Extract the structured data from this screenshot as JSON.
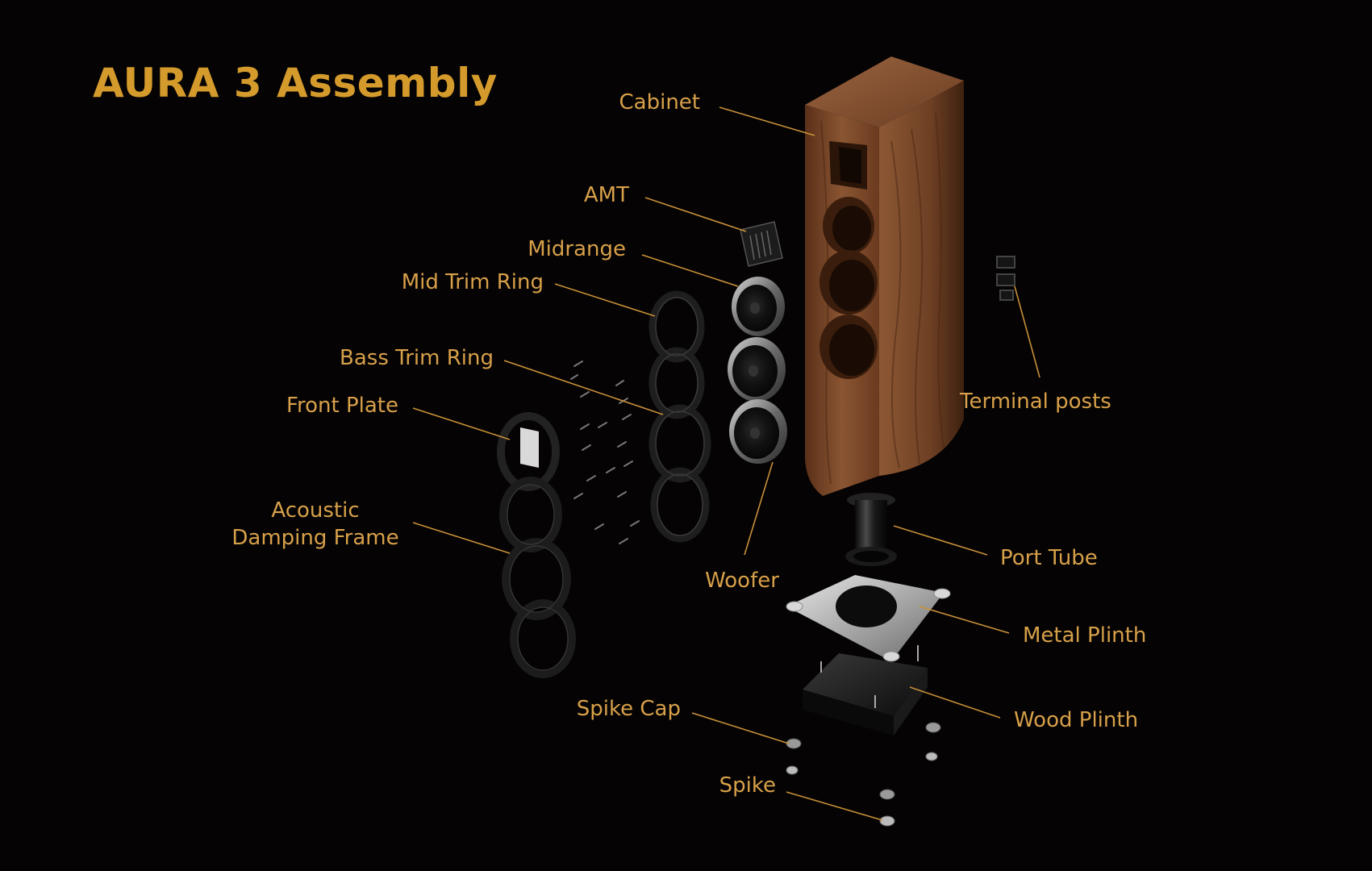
{
  "title": "AURA 3 Assembly",
  "colors": {
    "background": "#050303",
    "accent": "#d49a2c",
    "label": "#d7a04a",
    "leader": "#c89038",
    "wood": "#7a4a2a"
  },
  "labels": {
    "cabinet": "Cabinet",
    "amt": "AMT",
    "midrange": "Midrange",
    "mid_trim_ring": "Mid Trim Ring",
    "bass_trim_ring": "Bass Trim Ring",
    "front_plate": "Front Plate",
    "acoustic_damping_frame_line1": "Acoustic",
    "acoustic_damping_frame_line2": "Damping Frame",
    "woofer": "Woofer",
    "terminal_posts": "Terminal posts",
    "port_tube": "Port Tube",
    "metal_plinth": "Metal Plinth",
    "wood_plinth": "Wood Plinth",
    "spike_cap": "Spike Cap",
    "spike": "Spike"
  }
}
